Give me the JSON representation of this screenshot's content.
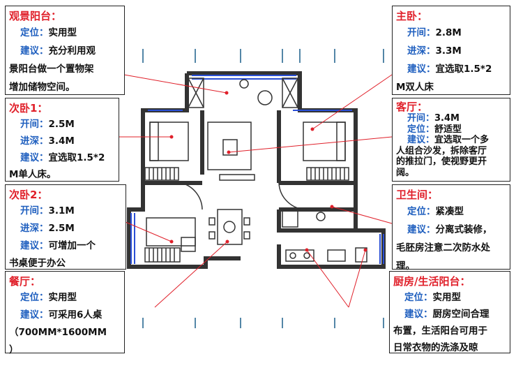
{
  "balcony_view": {
    "title": "观景阳台：",
    "pos_label": "定位：",
    "pos_value": "实用型",
    "sug_label": "建议：",
    "sug_line1": "充分利用观",
    "sug_line2": "景阳台做一个置物架",
    "sug_line3": "增加储物空间。"
  },
  "master_bedroom": {
    "title": "主卧：",
    "width_label": "开间：",
    "width_value": "2.8M",
    "depth_label": "进深：",
    "depth_value": "3.3M",
    "sug_label": "建议：",
    "sug_line1": "宜选取1.5*2",
    "sug_line2": "M双人床"
  },
  "second_bedroom1": {
    "title": "次卧1：",
    "width_label": "开间：",
    "width_value": "2.5M",
    "depth_label": "进深：",
    "depth_value": "3.4M",
    "sug_label": "建议：",
    "sug_line1": "宜选取1.5*2",
    "sug_line2": "M单人床。"
  },
  "living_room": {
    "title": "客厅：",
    "width_label": "开间：",
    "width_value": "3.4M",
    "pos_label": "定位：",
    "pos_value": "舒适型",
    "sug_label": "建议：",
    "sug_line1": "宜选取一个多",
    "sug_line2": "人组合沙发，拆除客厅",
    "sug_line3": "的推拉门，使视野更开",
    "sug_line4": "阔。"
  },
  "second_bedroom2": {
    "title": "次卧2：",
    "width_label": "开间：",
    "width_value": "3.1M",
    "depth_label": "进深：",
    "depth_value": "2.5M",
    "sug_label": "建议：",
    "sug_line1": "可增加一个",
    "sug_line2": "书桌便于办公"
  },
  "bathroom": {
    "title": "卫生间：",
    "pos_label": "定位：",
    "pos_value": "紧凑型",
    "sug_label": "建议：",
    "sug_line1": "分离式装修，",
    "sug_line2": "毛胚房注意二次防水处",
    "sug_line3": "理。"
  },
  "dining": {
    "title": "餐厅：",
    "pos_label": "定位：",
    "pos_value": "实用型",
    "sug_label": "建议：",
    "sug_line1": "可采用6人桌",
    "sug_line2": "（700MM*1600MM",
    "sug_line3": "）"
  },
  "kitchen": {
    "title": "厨房/生活阳台：",
    "pos_label": "定位：",
    "pos_value": "实用型",
    "sug_label": "建议：",
    "sug_line1": "厨房空间合理",
    "sug_line2": "布置，生活阳台可用于",
    "sug_line3": "日常衣物的洗涤及晾"
  },
  "colors": {
    "title": "#e0202a",
    "label": "#1f5fbf",
    "leader": "#e0202a",
    "wall": "#333333",
    "window": "#2a4fd6"
  }
}
